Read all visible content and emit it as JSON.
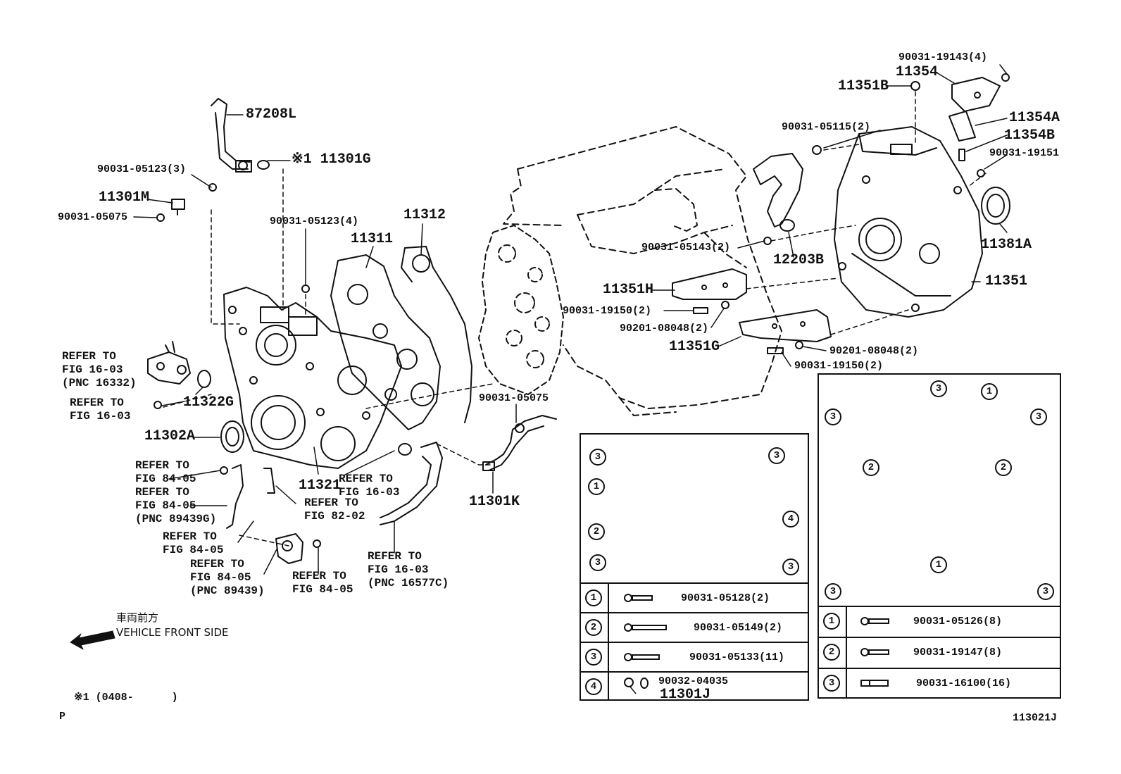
{
  "colors": {
    "ink": "#111111",
    "background": "#ffffff"
  },
  "callouts": {
    "p87208L": "87208L",
    "p11301G": "※1 11301G",
    "b90031_05123_3": "90031-05123(3)",
    "p11301M": "11301M",
    "b90031_05075_a": "90031-05075",
    "b90031_05123_4": "90031-05123(4)",
    "p11312": "11312",
    "p11311": "11311",
    "p11322G": "11322G",
    "p11302A": "11302A",
    "p11321": "11321",
    "b90031_05075_b": "90031-05075",
    "p11301K": "11301K",
    "b90031_19143": "90031-19143(4)",
    "p11354": "11354",
    "p11351B": "11351B",
    "b90031_05115": "90031-05115(2)",
    "p11354A": "11354A",
    "p11354B": "11354B",
    "b90031_19151": "90031-19151",
    "p11381A": "11381A",
    "b90031_05143": "90031-05143(2)",
    "p12203B": "12203B",
    "p11351H": "11351H",
    "b90031_19150_a": "90031-19150(2)",
    "w90201_08048_a": "90201-08048(2)",
    "p11351": "11351",
    "p11351G": "11351G",
    "w90201_08048_b": "90201-08048(2)",
    "b90031_19150_b": "90031-19150(2)"
  },
  "references": {
    "r1": "REFER TO\nFIG 16-03\n(PNC 16332)",
    "r2": "REFER TO\nFIG 16-03",
    "r3": "REFER TO\nFIG 84-05",
    "r4": "REFER TO\nFIG 84-05\n(PNC 89439G)",
    "r5": "REFER TO\nFIG 84-05",
    "r6": "REFER TO\nFIG 84-05\n(PNC 89439)",
    "r7": "REFER TO\nFIG 84-05",
    "r8": "REFER TO\nFIG 16-03",
    "r9": "REFER TO\nFIG 82-02",
    "r10": "REFER TO\nFIG 16-03\n(PNC 16577C)"
  },
  "front_cover_legend": {
    "callout_numbers": [
      "3",
      "1",
      "2",
      "3",
      "3",
      "4",
      "3"
    ],
    "rows": [
      {
        "num": "1",
        "part": "90031-05128(2)"
      },
      {
        "num": "2",
        "part": "90031-05149(2)"
      },
      {
        "num": "3",
        "part": "90031-05133(11)"
      },
      {
        "num": "4",
        "part": "90032-04035",
        "extra": "11301J"
      }
    ]
  },
  "housing_legend": {
    "callout_numbers": [
      "3",
      "1",
      "3",
      "3",
      "2",
      "2",
      "1",
      "3",
      "3"
    ],
    "rows": [
      {
        "num": "1",
        "part": "90031-05126(8)"
      },
      {
        "num": "2",
        "part": "90031-19147(8)"
      },
      {
        "num": "3",
        "part": "90031-16100(16)"
      }
    ]
  },
  "vehicle_front": {
    "jp": "車両前方",
    "en": "VEHICLE FRONT SIDE"
  },
  "footnote": "※1 (0408-      )",
  "p_mark": "P",
  "figure_code": "113021J"
}
